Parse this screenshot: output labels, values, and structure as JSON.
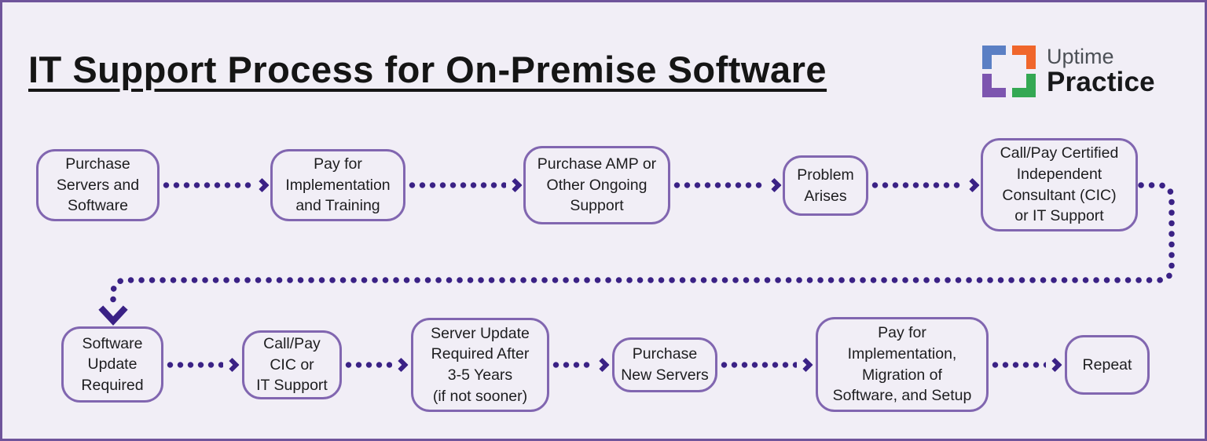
{
  "header": {
    "title": "IT Support Process for On-Premise Software",
    "logo": {
      "word1": "Uptime",
      "word2": "Practice",
      "icon": "uptime-practice-corner-brackets-icon",
      "icon_colors": {
        "top_left": "#5b7fc4",
        "top_right": "#f0662b",
        "bottom_left": "#7d55af",
        "bottom_right": "#34a853"
      }
    }
  },
  "colors": {
    "background": "#f1eef6",
    "page_border": "#6f549b",
    "node_border": "#8166b0",
    "arrow": "#3a2185",
    "text": "#1d1d1f"
  },
  "flow": {
    "row1": [
      {
        "id": "purchase-servers-software",
        "label": "Purchase\nServers and\nSoftware"
      },
      {
        "id": "pay-implementation-training",
        "label": "Pay for\nImplementation\nand Training"
      },
      {
        "id": "purchase-amp-support",
        "label": "Purchase AMP or\nOther Ongoing\nSupport"
      },
      {
        "id": "problem-arises",
        "label": "Problem\nArises"
      },
      {
        "id": "call-pay-cic-it-support",
        "label": "Call/Pay Certified\nIndependent\nConsultant (CIC)\nor IT Support"
      }
    ],
    "row2": [
      {
        "id": "software-update-required",
        "label": "Software\nUpdate\nRequired"
      },
      {
        "id": "call-pay-cic-or-it-support",
        "label": "Call/Pay\nCIC or\nIT Support"
      },
      {
        "id": "server-update-required",
        "label": "Server Update\nRequired After\n3-5 Years\n(if not sooner)"
      },
      {
        "id": "purchase-new-servers",
        "label": "Purchase\nNew Servers"
      },
      {
        "id": "pay-implementation-migration-setup",
        "label": "Pay for\nImplementation,\nMigration of\nSoftware, and Setup"
      },
      {
        "id": "repeat",
        "label": "Repeat"
      }
    ]
  }
}
